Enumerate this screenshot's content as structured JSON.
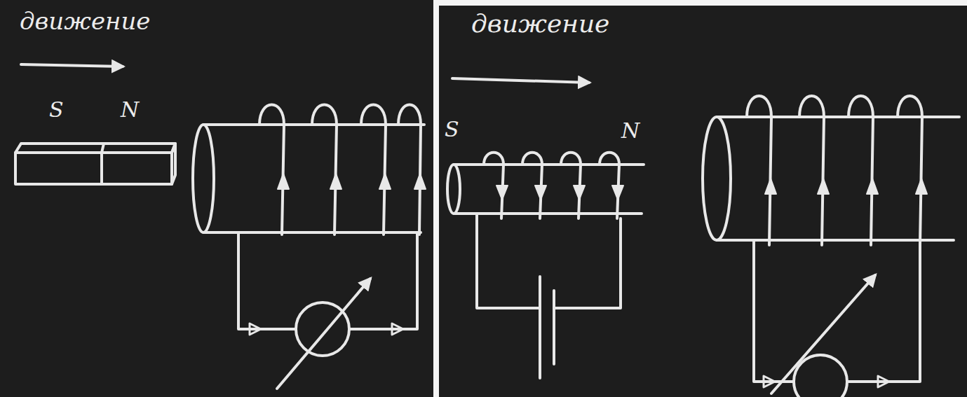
{
  "diagram": {
    "labels": [
      "движение",
      "S",
      "N",
      "движение",
      "S",
      "N"
    ]
  }
}
